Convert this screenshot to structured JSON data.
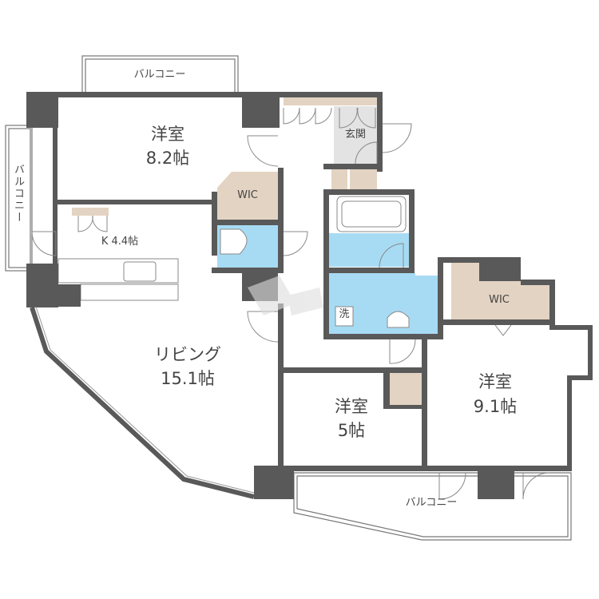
{
  "rooms": {
    "western_8": {
      "name": "洋室",
      "size": "8.2帖"
    },
    "living": {
      "name": "リビング",
      "size": "15.1帖"
    },
    "kitchen": {
      "label": "K 4.4帖"
    },
    "western_5": {
      "name": "洋室",
      "size": "5帖"
    },
    "western_9": {
      "name": "洋室",
      "size": "9.1帖"
    },
    "wic_left": "WIC",
    "wic_right": "WIC",
    "entrance": "玄関",
    "washer": "洗"
  },
  "balconies": {
    "top": "バルコニー",
    "left": "バルコニー",
    "bottom": "バルコニー"
  },
  "colors": {
    "wall": "#595959",
    "storage": "#e3d3c2",
    "wet_area": "#a7dbf3",
    "entrance_floor": "#e3e3e3"
  }
}
